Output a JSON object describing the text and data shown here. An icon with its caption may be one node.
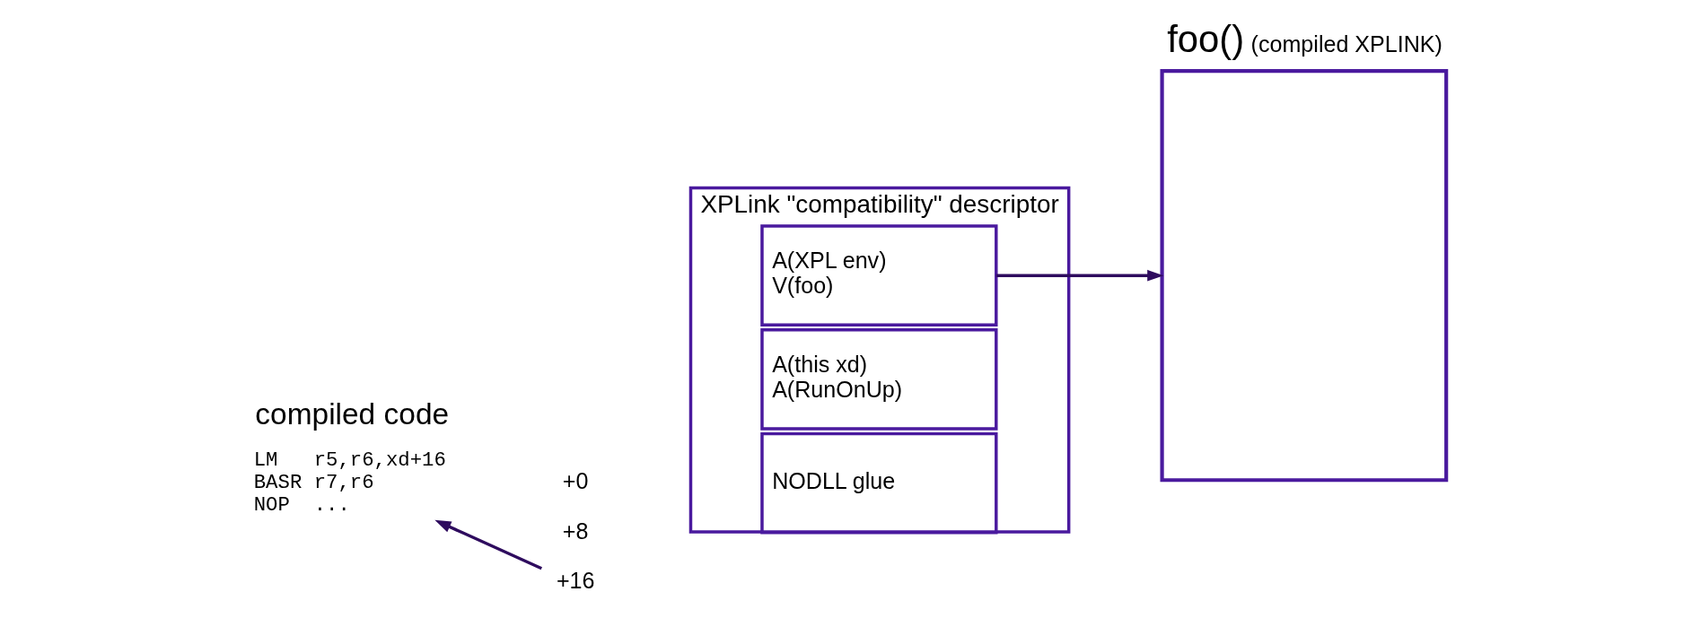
{
  "diagram": {
    "nodes": [
      {
        "text": [
          "LM   r5,r6,xd+16",
          "BASR r7,r6",
          "NOP  ..."
        ]
      },
      {
        "text": [
          "+16"
        ]
      },
      {
        "text": [
          "XPLink \"compatibility\" descriptor"
        ]
      },
      {
        "text": [
          "NODLL glue"
        ],
        "in": 2
      },
      {
        "text": [
          "A(this xd)",
          "A(RunOnUp)"
        ],
        "in": 2
      },
      {
        "text": [
          "A(XPL env)",
          "V(foo)"
        ],
        "in": 2
      },
      {
        "text": [
          "foo()",
          "(compiled XPLINK)"
        ]
      }
    ],
    "edges": [
      {
        "from": 1,
        "to": 0,
        "arrow": "to"
      },
      {
        "from": 5,
        "to": 6,
        "arrow": "to"
      }
    ],
    "labels": [
      "compiled code",
      "+0",
      "+8"
    ]
  }
}
